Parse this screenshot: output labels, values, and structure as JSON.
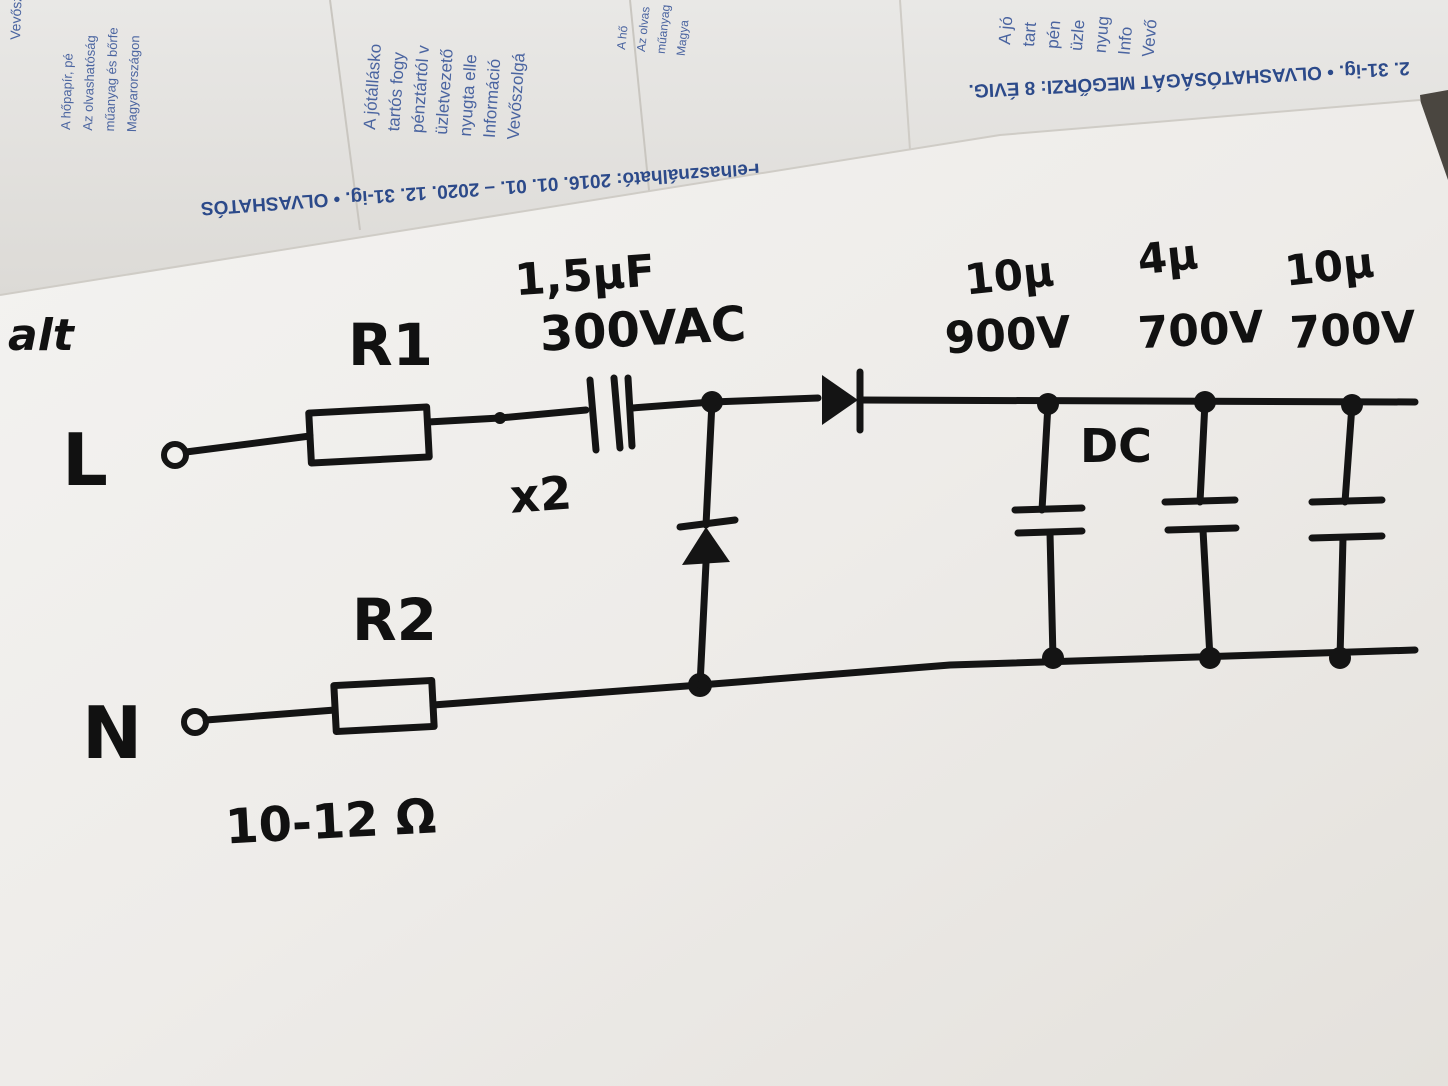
{
  "receipt": {
    "footer_top": "Felhasználható: 2016. 01. 01. – 2020. 12. 31-ig. • OLVASHATÓS",
    "footer_right": "2. 31-ig. • OLVASHATÓSÁGÁT MEGŐRZI: 8 ÉVIG.",
    "lines_left": [
      "A hőpapír, pé",
      "Az olvashatóság",
      "műanyag és bőrfe",
      "Magyarországon"
    ],
    "lines_mid": [
      "A jótállásko",
      "tartós fogy",
      "pénztártól v",
      "üzletvezető",
      "nyugta elle",
      "Információ",
      "Vevőszolgá"
    ],
    "lines_mid2": [
      "A hő",
      "Az olvas",
      "műanyag",
      "Magya"
    ],
    "lines_right": [
      "A jó",
      "tart",
      "pén",
      "üzle",
      "nyug",
      "Info",
      "Vevő"
    ],
    "edge_left": "Vevőszolgálat"
  },
  "schematic": {
    "corner_label": "alt",
    "terminal_L": "L",
    "terminal_N": "N",
    "r1_label": "R1",
    "r2_label": "R2",
    "r2_value": "10-12 Ω",
    "c_x2_value": "1,5µF",
    "c_x2_voltage": "300VAC",
    "c_x2_class": "x2",
    "dc_label": "DC",
    "c1_value": "10µ",
    "c1_voltage": "900V",
    "c2_value": "4µ",
    "c2_voltage": "700V",
    "c3_value": "10µ",
    "c3_voltage": "700V"
  }
}
